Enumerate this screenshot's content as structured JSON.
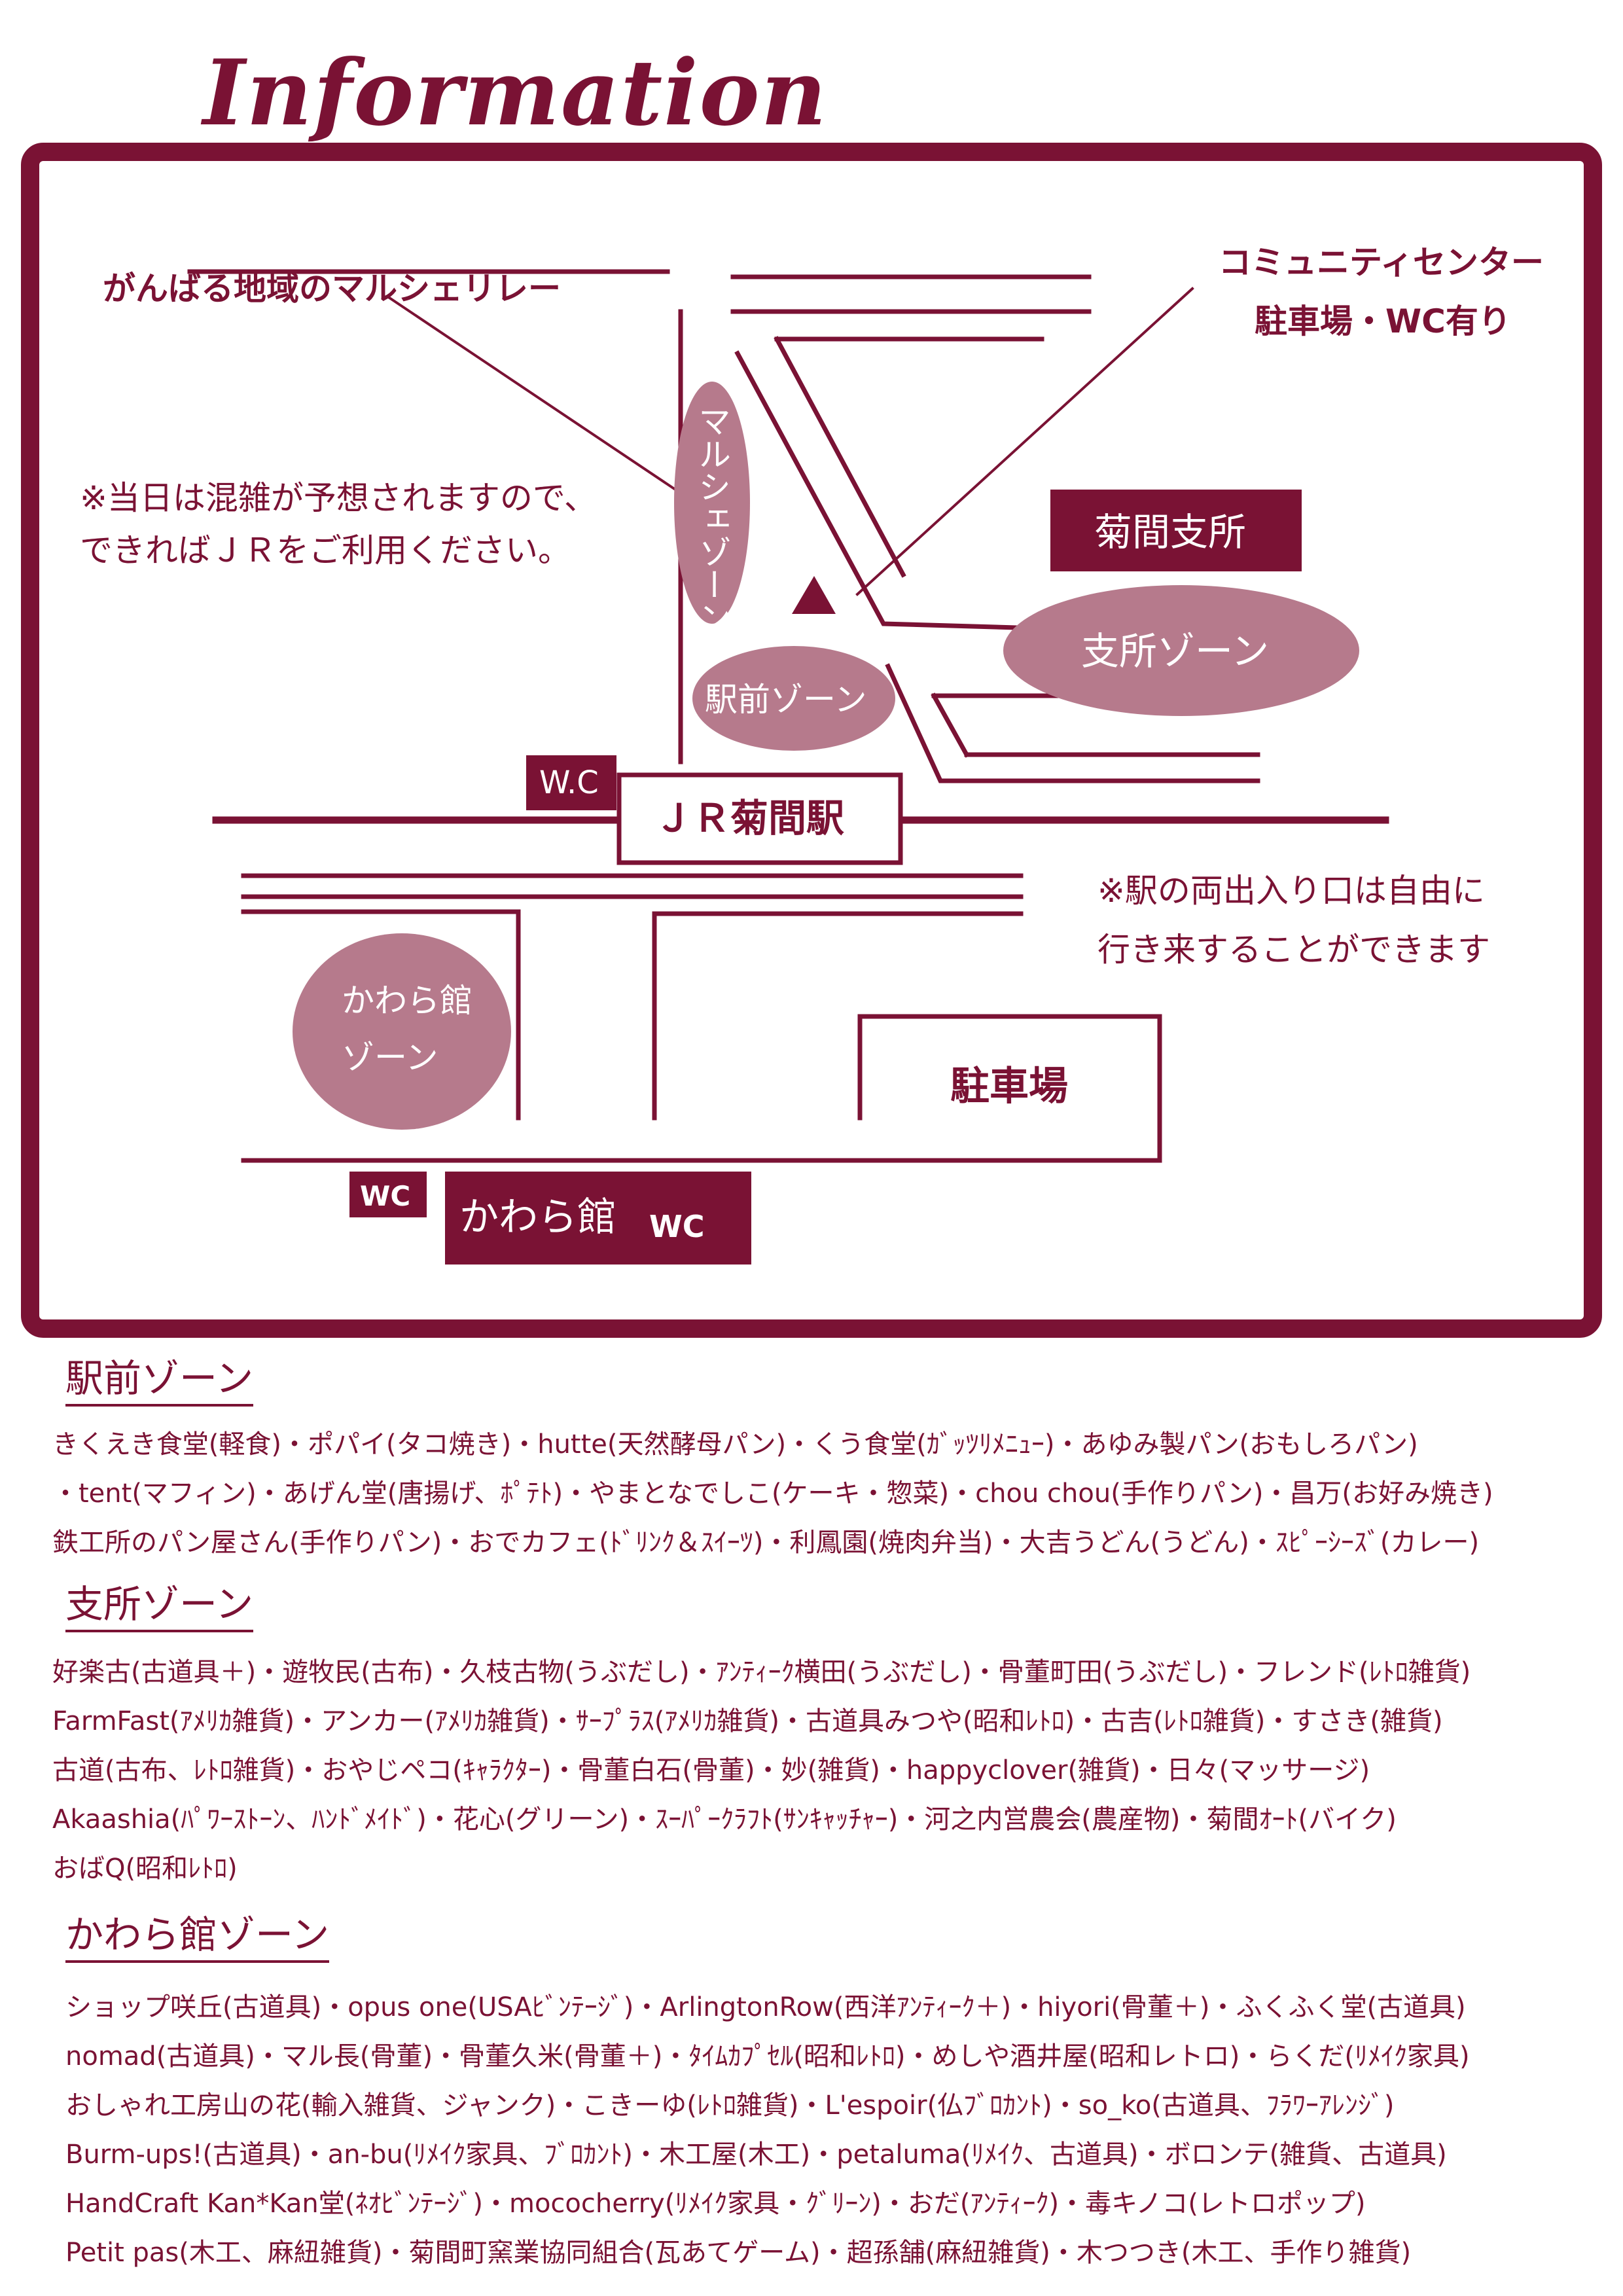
{
  "title": "Information",
  "map": {
    "relay_label": "がんばる地域のマルシェリレー",
    "community_center": "コミュニティセンター",
    "community_parking": "駐車場・WC有り",
    "crowd_note_1": "※当日は混雑が予想されますので、",
    "crowd_note_2": "できればＪＲをご利用ください。",
    "marche_zone": "マルシェゾーン",
    "kikuma_branch": "菊間支所",
    "branch_zone": "支所ゾーン",
    "station_zone": "駅前ゾーン",
    "wc_station": "W.C",
    "station": "ＪＲ菊間駅",
    "exit_note_1": "※駅の両出入り口は自由に",
    "exit_note_2": "行き来することができます",
    "kawarakan_zone_1": "かわら館",
    "kawarakan_zone_2": "ゾーン",
    "parking": "駐車場",
    "wc_small": "WC",
    "kawarakan": "かわら館",
    "kawarakan_wc": "WC",
    "colors": {
      "maroon": "#7a1234",
      "zone_fill": "#b67a8c"
    }
  },
  "sections": [
    {
      "heading": "駅前ゾーン",
      "lines": [
        "きくえき食堂(軽食)・ポパイ(タコ焼き)・hutte(天然酵母パン)・くう食堂(ｶﾞｯﾂﾘﾒﾆｭｰ)・あゆみ製パン(おもしろパン)",
        "・tent(マフィン)・あげん堂(唐揚げ、ﾎﾟﾃﾄ)・やまとなでしこ(ケーキ・惣菜)・chou chou(手作りパン)・昌万(お好み焼き)",
        "鉄工所のパン屋さん(手作りパン)・おでカフェ(ﾄﾞﾘﾝｸ＆ｽｲｰﾂ)・利鳳園(焼肉弁当)・大吉うどん(うどん)・ｽﾋﾟｰｼｰｽﾞ(カレー)"
      ]
    },
    {
      "heading": "支所ゾーン",
      "lines": [
        "好楽古(古道具＋)・遊牧民(古布)・久枝古物(うぶだし)・ｱﾝﾃｨｰｸ横田(うぶだし)・骨董町田(うぶだし)・フレンド(ﾚﾄﾛ雑貨)",
        "FarmFast(ｱﾒﾘｶ雑貨)・アンカー(ｱﾒﾘｶ雑貨)・ｻｰﾌﾟﾗｽ(ｱﾒﾘｶ雑貨)・古道具みつや(昭和ﾚﾄﾛ)・古吉(ﾚﾄﾛ雑貨)・すさき(雑貨)",
        "古道(古布、ﾚﾄﾛ雑貨)・おやじペコ(ｷｬﾗｸﾀｰ)・骨董白石(骨董)・妙(雑貨)・happyclover(雑貨)・日々(マッサージ)",
        "Akaashia(ﾊﾟﾜｰｽﾄｰﾝ、ﾊﾝﾄﾞﾒｲﾄﾞ)・花心(グリーン)・ｽｰﾊﾟｰｸﾗﾌﾄ(ｻﾝｷｬｯﾁｬｰ)・河之内営農会(農産物)・菊間ｵｰﾄ(バイク)",
        "おばQ(昭和ﾚﾄﾛ)"
      ]
    },
    {
      "heading": "かわら館ゾーン",
      "lines": [
        "ショップ咲丘(古道具)・opus one(USAﾋﾞﾝﾃｰｼﾞ)・ArlingtonRow(西洋ｱﾝﾃｨｰｸ＋)・hiyori(骨董＋)・ふくふく堂(古道具)",
        "nomad(古道具)・マル長(骨董)・骨董久米(骨董＋)・ﾀｲﾑｶﾌﾟｾﾙ(昭和ﾚﾄﾛ)・めしや酒井屋(昭和レトロ)・らくだ(ﾘﾒｲｸ家具)",
        "おしゃれ工房山の花(輸入雑貨、ジャンク)・こきーゆ(ﾚﾄﾛ雑貨)・L'espoir(仏ﾌﾞﾛｶﾝﾄ)・so_ko(古道具、ﾌﾗﾜｰｱﾚﾝｼﾞ)",
        "Burm-ups!(古道具)・an-bu(ﾘﾒｲｸ家具、ﾌﾞﾛｶﾝﾄ)・木工屋(木工)・petaluma(ﾘﾒｲｸ、古道具)・ボロンテ(雑貨、古道具)",
        "HandCraft Kan*Kan堂(ﾈｵﾋﾞﾝﾃｰｼﾞ)・mococherry(ﾘﾒｲｸ家具・ｸﾞﾘｰﾝ)・おだ(ｱﾝﾃｨｰｸ)・毒キノコ(レトロポップ)",
        "Petit pas(木工、麻紐雑貨)・菊間町窯業協同組合(瓦あてゲーム)・超孫舗(麻紐雑貨)・木つつき(木工、手作り雑貨)"
      ]
    }
  ]
}
